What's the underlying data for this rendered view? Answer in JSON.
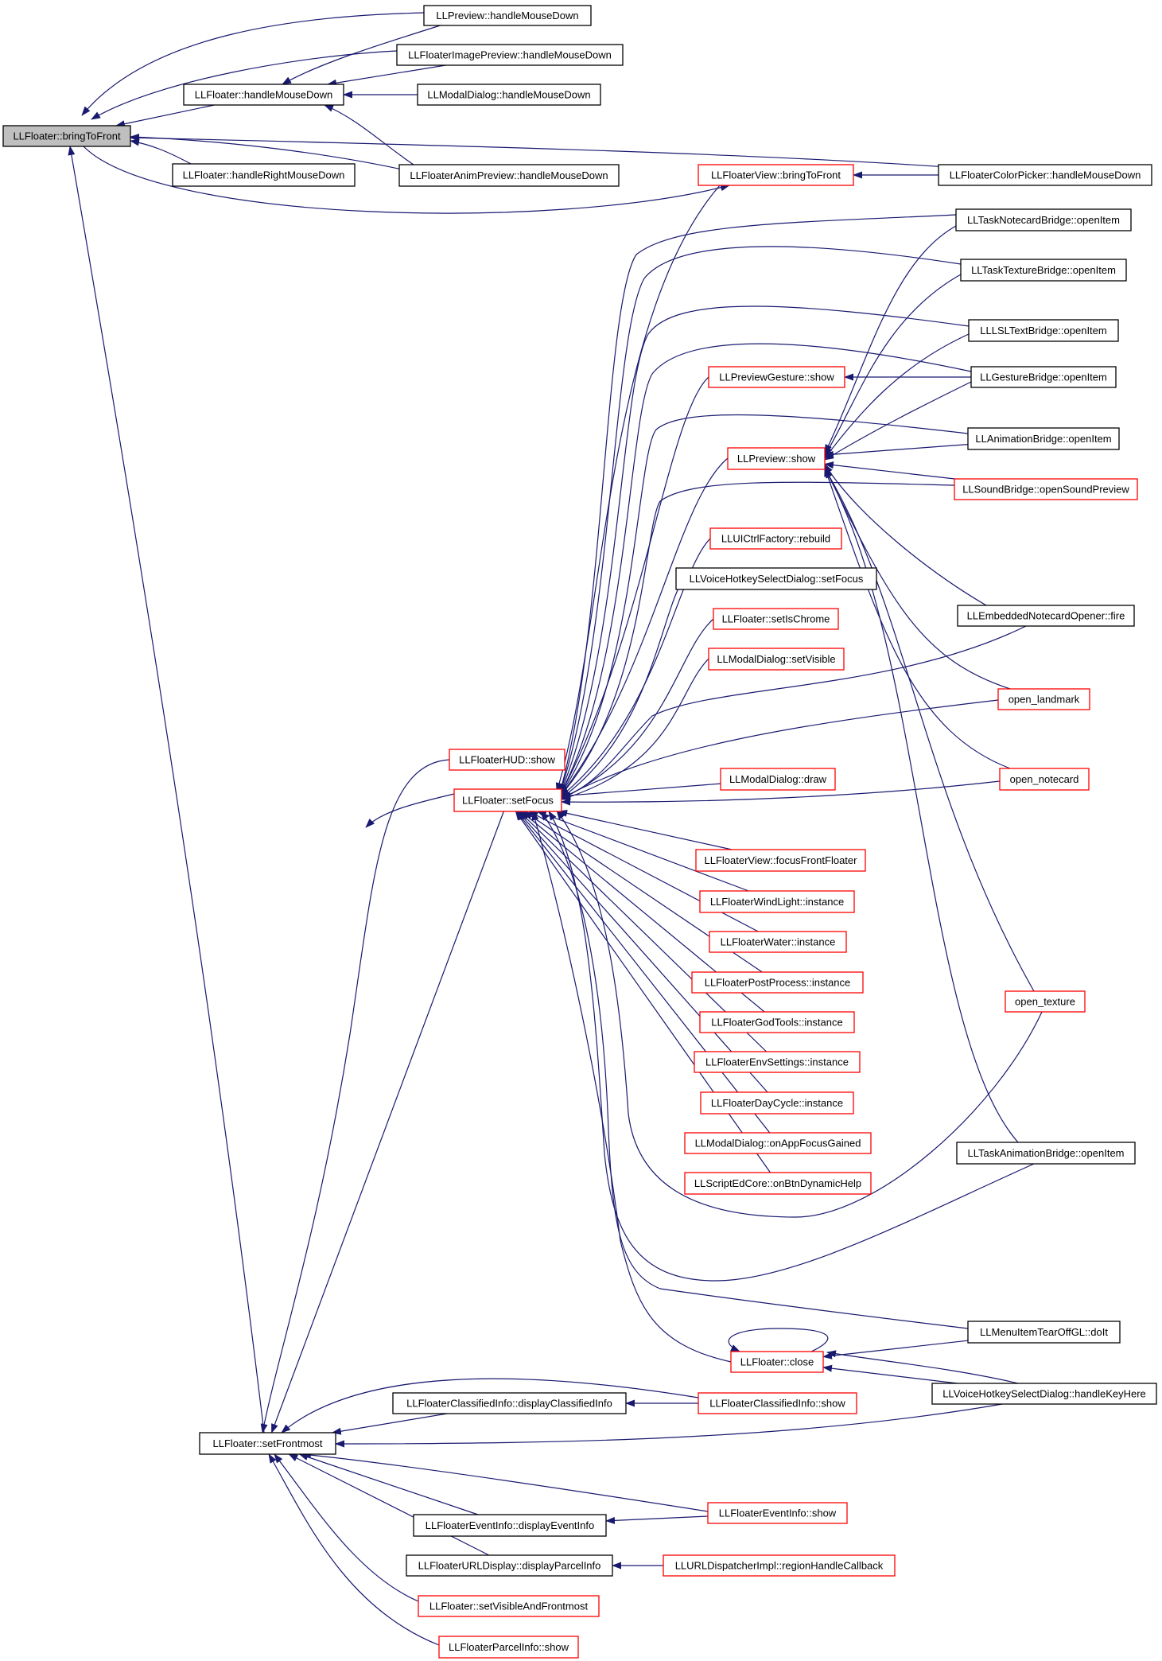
{
  "diagram": {
    "colors": {
      "edge": "#191970",
      "border_default": "#000000",
      "border_highlight": "#ff0000",
      "root_fill": "#bfbfbf"
    },
    "nodes": [
      {
        "id": "bringToFront",
        "label": "LLFloater::bringToFront",
        "style": "root"
      },
      {
        "id": "previewHMD",
        "label": "LLPreview::handleMouseDown",
        "style": "black"
      },
      {
        "id": "imgPreviewHMD",
        "label": "LLFloaterImagePreview::handleMouseDown",
        "style": "black"
      },
      {
        "id": "floaterHMD",
        "label": "LLFloater::handleMouseDown",
        "style": "black"
      },
      {
        "id": "modalHMD",
        "label": "LLModalDialog::handleMouseDown",
        "style": "black"
      },
      {
        "id": "floaterHRMD",
        "label": "LLFloater::handleRightMouseDown",
        "style": "black"
      },
      {
        "id": "animPreviewHMD",
        "label": "LLFloaterAnimPreview::handleMouseDown",
        "style": "black"
      },
      {
        "id": "viewBringToFront",
        "label": "LLFloaterView::bringToFront",
        "style": "red"
      },
      {
        "id": "colorPickerHMD",
        "label": "LLFloaterColorPicker::handleMouseDown",
        "style": "black"
      },
      {
        "id": "taskNotecard",
        "label": "LLTaskNotecardBridge::openItem",
        "style": "black"
      },
      {
        "id": "taskTexture",
        "label": "LLTaskTextureBridge::openItem",
        "style": "black"
      },
      {
        "id": "lslText",
        "label": "LLLSLTextBridge::openItem",
        "style": "black"
      },
      {
        "id": "previewGesture",
        "label": "LLPreviewGesture::show",
        "style": "red"
      },
      {
        "id": "gestureBridge",
        "label": "LLGestureBridge::openItem",
        "style": "black"
      },
      {
        "id": "animBridge",
        "label": "LLAnimationBridge::openItem",
        "style": "black"
      },
      {
        "id": "previewShow",
        "label": "LLPreview::show",
        "style": "red"
      },
      {
        "id": "soundBridge",
        "label": "LLSoundBridge::openSoundPreview",
        "style": "red"
      },
      {
        "id": "uiRebuild",
        "label": "LLUICtrlFactory::rebuild",
        "style": "red"
      },
      {
        "id": "voiceSetFocus",
        "label": "LLVoiceHotkeySelectDialog::setFocus",
        "style": "black"
      },
      {
        "id": "setIsChrome",
        "label": "LLFloater::setIsChrome",
        "style": "red"
      },
      {
        "id": "modalSetVisible",
        "label": "LLModalDialog::setVisible",
        "style": "red"
      },
      {
        "id": "embeddedFire",
        "label": "LLEmbeddedNotecardOpener::fire",
        "style": "black"
      },
      {
        "id": "openLandmark",
        "label": "open_landmark",
        "style": "red"
      },
      {
        "id": "hudShow",
        "label": "LLFloaterHUD::show",
        "style": "red"
      },
      {
        "id": "setFocus",
        "label": "LLFloater::setFocus",
        "style": "red"
      },
      {
        "id": "modalDraw",
        "label": "LLModalDialog::draw",
        "style": "red"
      },
      {
        "id": "openNotecard",
        "label": "open_notecard",
        "style": "red"
      },
      {
        "id": "focusFront",
        "label": "LLFloaterView::focusFrontFloater",
        "style": "red"
      },
      {
        "id": "windLight",
        "label": "LLFloaterWindLight::instance",
        "style": "red"
      },
      {
        "id": "water",
        "label": "LLFloaterWater::instance",
        "style": "red"
      },
      {
        "id": "postProcess",
        "label": "LLFloaterPostProcess::instance",
        "style": "red"
      },
      {
        "id": "godTools",
        "label": "LLFloaterGodTools::instance",
        "style": "red"
      },
      {
        "id": "envSettings",
        "label": "LLFloaterEnvSettings::instance",
        "style": "red"
      },
      {
        "id": "openTexture",
        "label": "open_texture",
        "style": "red"
      },
      {
        "id": "dayCycle",
        "label": "LLFloaterDayCycle::instance",
        "style": "red"
      },
      {
        "id": "modalAppFocus",
        "label": "LLModalDialog::onAppFocusGained",
        "style": "red"
      },
      {
        "id": "taskAnimBridge",
        "label": "LLTaskAnimationBridge::openItem",
        "style": "black"
      },
      {
        "id": "scriptEdHelp",
        "label": "LLScriptEdCore::onBtnDynamicHelp",
        "style": "red"
      },
      {
        "id": "menuTearOff",
        "label": "LLMenuItemTearOffGL::doIt",
        "style": "black"
      },
      {
        "id": "floaterClose",
        "label": "LLFloater::close",
        "style": "red"
      },
      {
        "id": "voiceHandleKey",
        "label": "LLVoiceHotkeySelectDialog::handleKeyHere",
        "style": "black"
      },
      {
        "id": "classifiedDisplay",
        "label": "LLFloaterClassifiedInfo::displayClassifiedInfo",
        "style": "black"
      },
      {
        "id": "classifiedShow",
        "label": "LLFloaterClassifiedInfo::show",
        "style": "red"
      },
      {
        "id": "setFrontmost",
        "label": "LLFloater::setFrontmost",
        "style": "black"
      },
      {
        "id": "eventShow",
        "label": "LLFloaterEventInfo::show",
        "style": "red"
      },
      {
        "id": "eventDisplay",
        "label": "LLFloaterEventInfo::displayEventInfo",
        "style": "black"
      },
      {
        "id": "urlDisplayParcel",
        "label": "LLFloaterURLDisplay::displayParcelInfo",
        "style": "black"
      },
      {
        "id": "urlRegionCb",
        "label": "LLURLDispatcherImpl::regionHandleCallback",
        "style": "red"
      },
      {
        "id": "setVisFront",
        "label": "LLFloater::setVisibleAndFrontmost",
        "style": "red"
      },
      {
        "id": "parcelShow",
        "label": "LLFloaterParcelInfo::show",
        "style": "red"
      }
    ]
  }
}
